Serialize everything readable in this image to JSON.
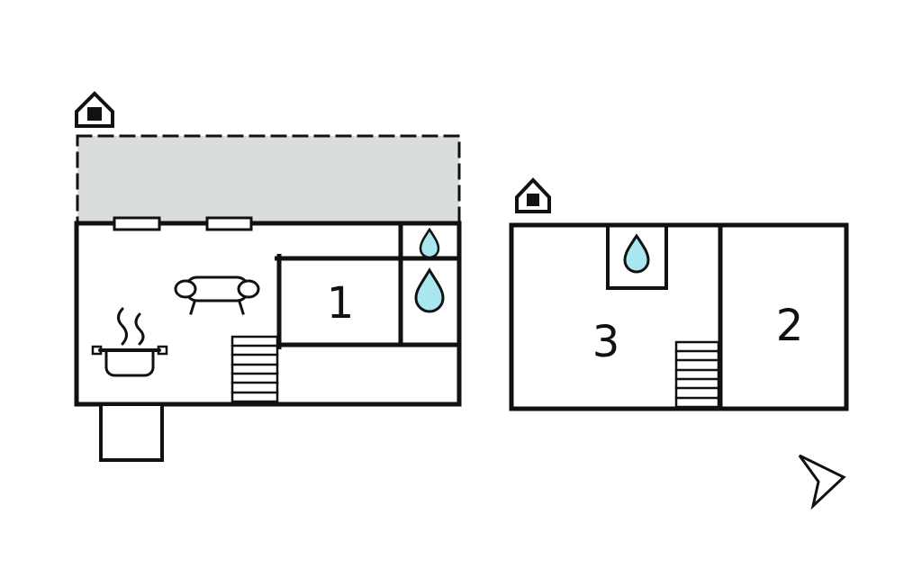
{
  "document": {
    "type": "floor-plan",
    "floors": [
      "ground-floor",
      "upper-floor"
    ]
  },
  "rooms": [
    {
      "id": "room-1",
      "label": "1"
    },
    {
      "id": "room-2",
      "label": "2"
    },
    {
      "id": "room-3",
      "label": "3"
    }
  ],
  "colors": {
    "wall": "#111111",
    "terrace_fill": "#d9dddb",
    "water_fill": "#a9e6f0",
    "white": "#ffffff",
    "door_fill": "#111111"
  },
  "icons": {
    "entrance_ground": "house-entrance-icon",
    "entrance_upper": "house-entrance-icon",
    "north_arrow": "north-arrow-icon",
    "water_small": "water-drop-icon",
    "water_large": "water-drop-icon",
    "water_upper": "water-drop-icon",
    "sofa": "sofa-icon",
    "stove": "cooking-pot-icon",
    "stairs_ground": "stairs-icon",
    "stairs_upper": "stairs-icon"
  }
}
